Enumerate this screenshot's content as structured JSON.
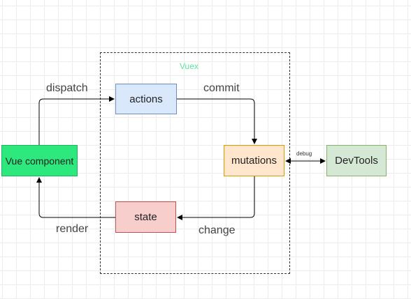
{
  "container": {
    "label": "Vuex"
  },
  "nodes": {
    "actions": "actions",
    "mutations": "mutations",
    "state": "state",
    "vue_component": "Vue component",
    "devtools": "DevTools"
  },
  "edges": {
    "dispatch": "dispatch",
    "commit": "commit",
    "change": "change",
    "render": "render",
    "debug": "debug"
  },
  "colors": {
    "vuex_label": "#5be3a4",
    "actions_fill": "#dae8fc",
    "mutations_fill": "#ffe6cc",
    "state_fill": "#f8cecc",
    "vue_component_fill": "#2de87c",
    "devtools_fill": "#d5e8d4"
  }
}
